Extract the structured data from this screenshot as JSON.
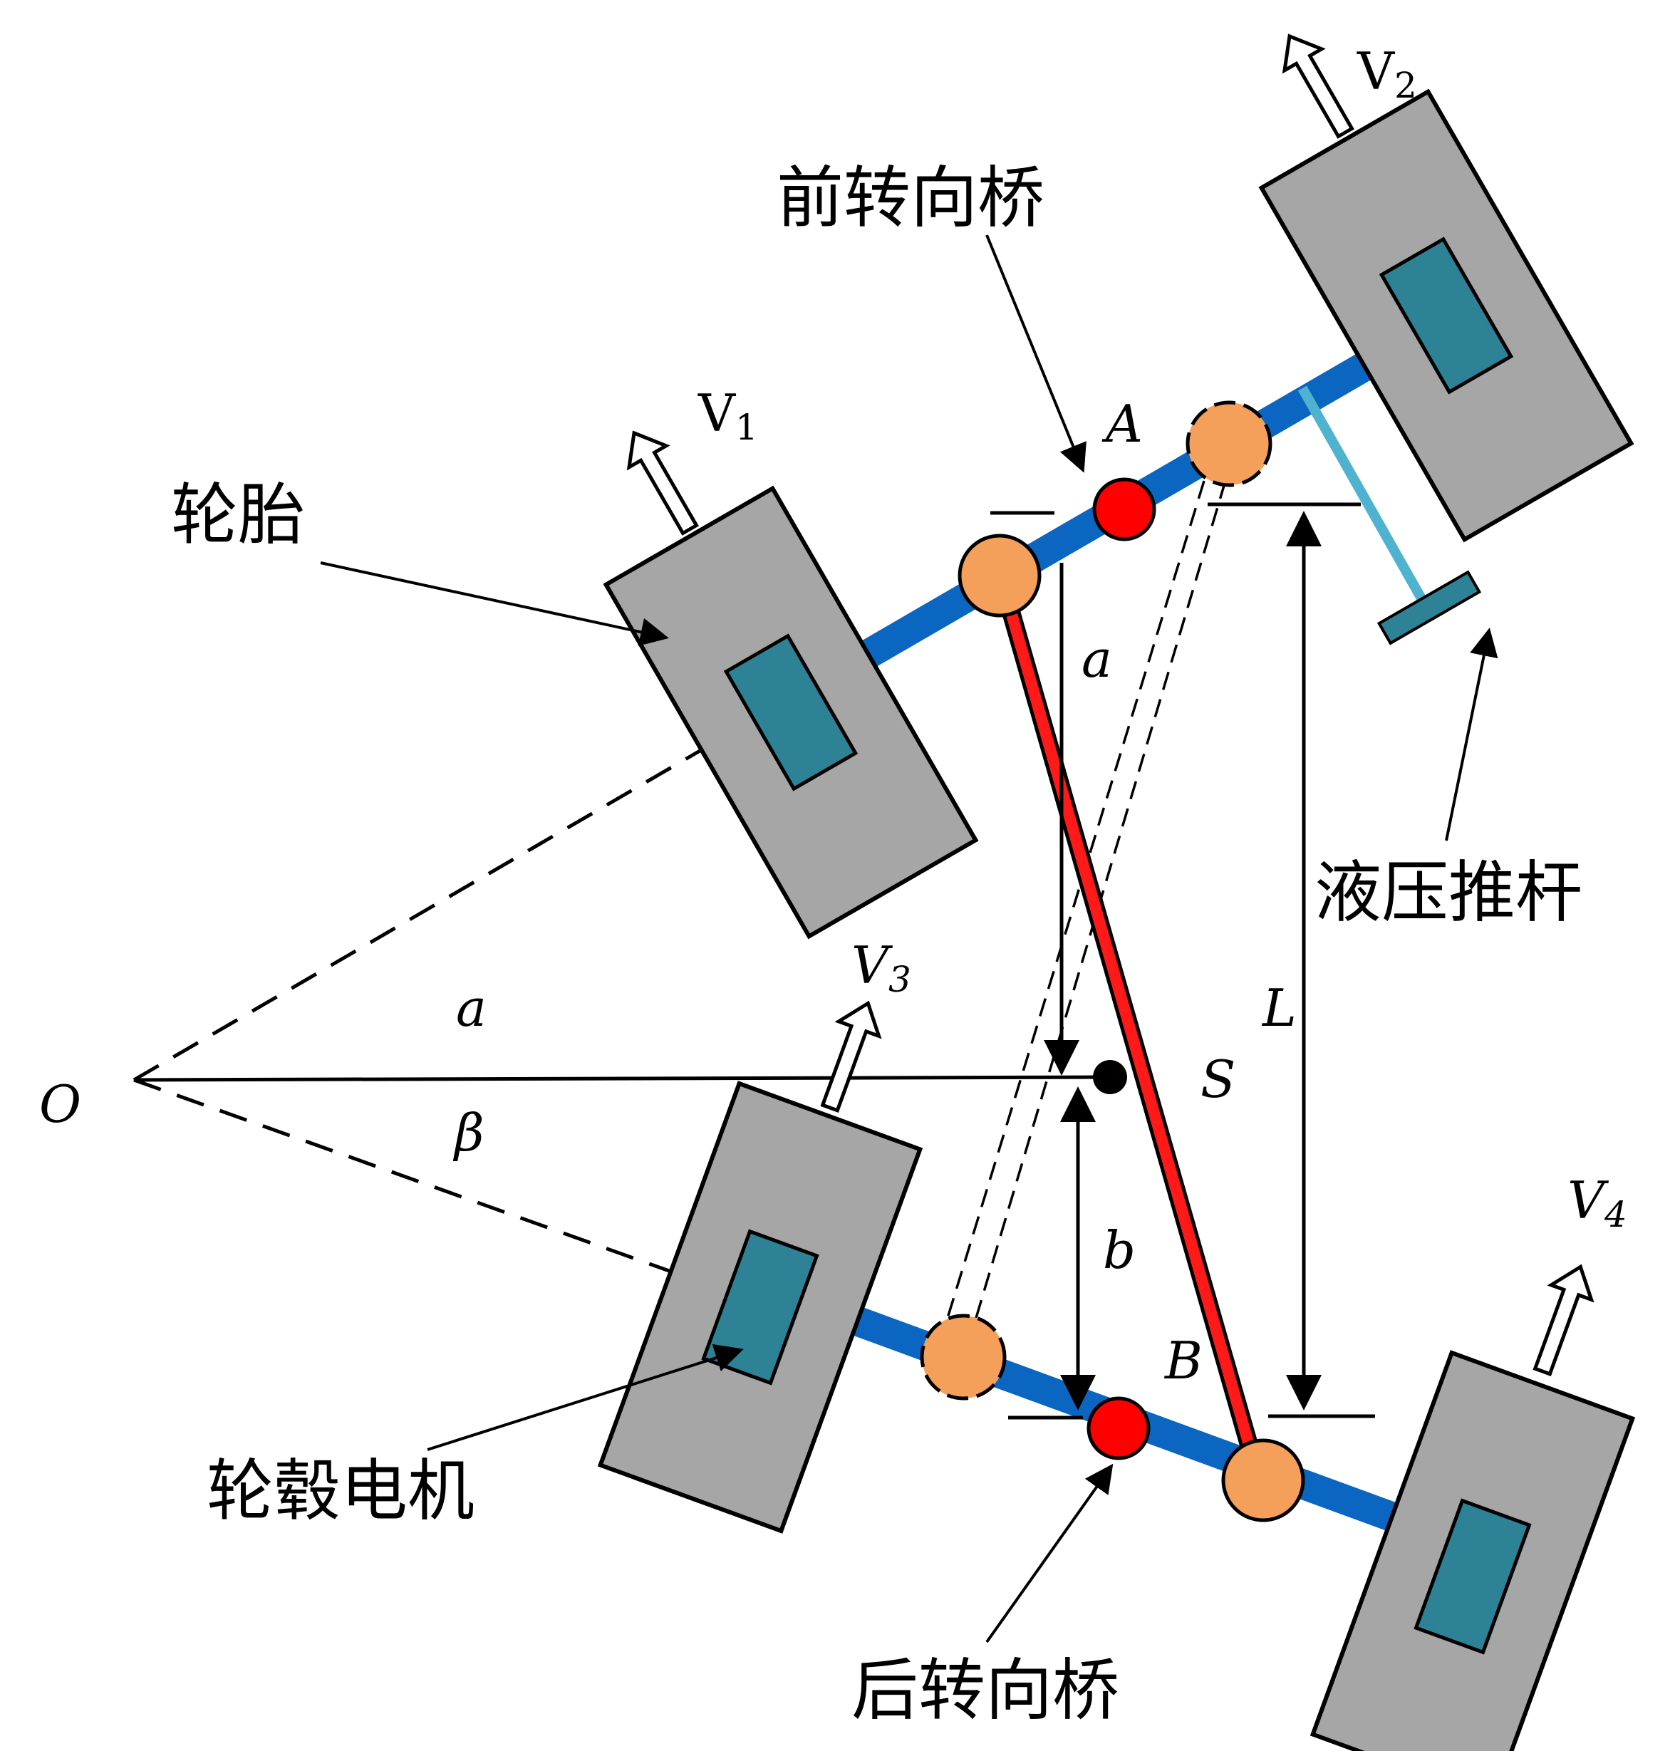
{
  "labels": {
    "front_axle": "前转向桥",
    "rear_axle": "后转向桥",
    "tire": "轮胎",
    "hub_motor": "轮毂电机",
    "hydraulic_rod": "液压推杆"
  },
  "symbols": {
    "origin": "O",
    "alpha": "a",
    "beta": "β",
    "dim_a": "a",
    "dim_b": "b",
    "wheelbase": "L",
    "link": "S",
    "point_a": "A",
    "point_b": "B"
  },
  "velocities": {
    "v1": {
      "main": "V",
      "sub": "1"
    },
    "v2": {
      "main": "V",
      "sub": "2"
    },
    "v3": {
      "main": "V",
      "sub": "3"
    },
    "v4": {
      "main": "V",
      "sub": "4"
    }
  },
  "colors": {
    "axle": "#0a66c0",
    "tire": "#a6a6a6",
    "motor": "#2e8296",
    "kingpin": "#f4a05a",
    "pivot": "#ff0000",
    "link": "#ff1a1a",
    "hydraulic_rod": "#4fb3d0",
    "hydraulic_base": "#2e8296"
  }
}
